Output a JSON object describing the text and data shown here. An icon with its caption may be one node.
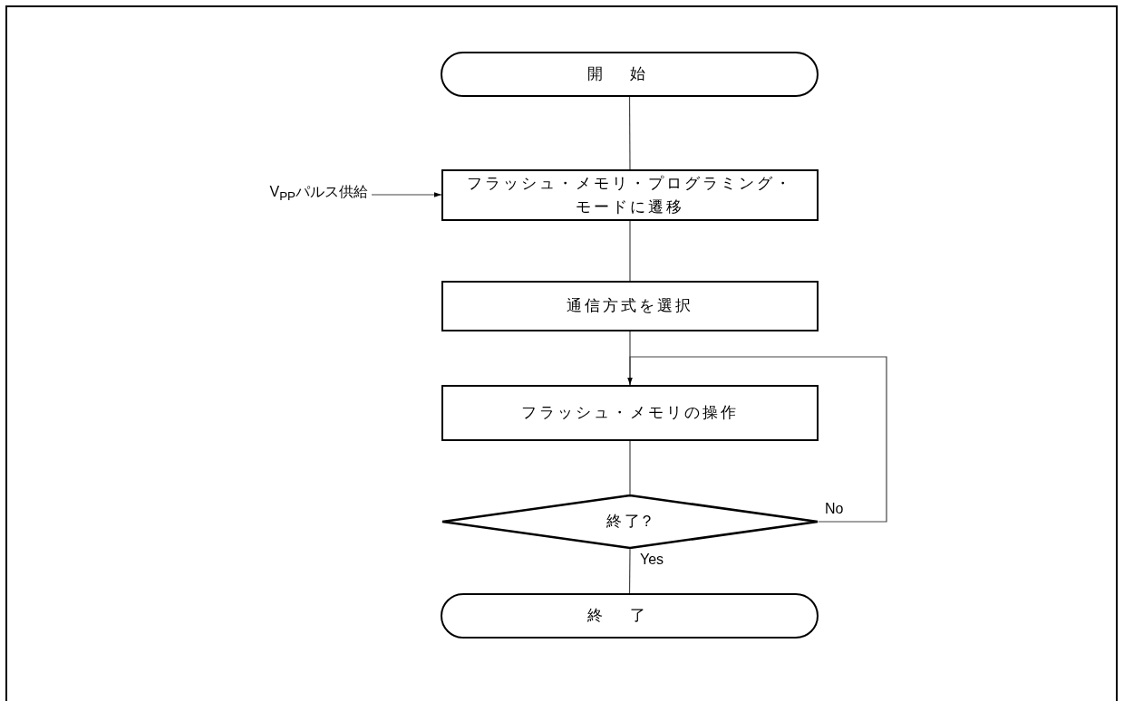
{
  "diagram": {
    "nodes": [
      {
        "text": [
          "開始"
        ]
      },
      {
        "text": [
          "V$_{PP}$パルス供給"
        ]
      },
      {
        "text": [
          "フラッシュ・メモリ・プログラミング・モードに遷移"
        ]
      },
      {
        "text": [
          "通信方式を選択"
        ]
      },
      {
        "text": [
          "フラッシュ・メモリの操作"
        ]
      },
      {
        "text": [
          "終了?"
        ]
      },
      {
        "text": [
          "終了"
        ]
      }
    ],
    "edges": [
      {
        "from": 0,
        "to": 2,
        "arrow": "none"
      },
      {
        "from": 1,
        "to": 2,
        "arrow": "to"
      },
      {
        "from": 2,
        "to": 3,
        "arrow": "none"
      },
      {
        "from": 3,
        "to": 4,
        "arrow": "none"
      },
      {
        "from": 4,
        "to": 5,
        "arrow": "none"
      },
      {
        "from": 5,
        "to": 6,
        "arrow": "none",
        "label": "Yes"
      },
      {
        "from": 5,
        "to": 4,
        "arrow": "to",
        "label": "No"
      }
    ]
  }
}
